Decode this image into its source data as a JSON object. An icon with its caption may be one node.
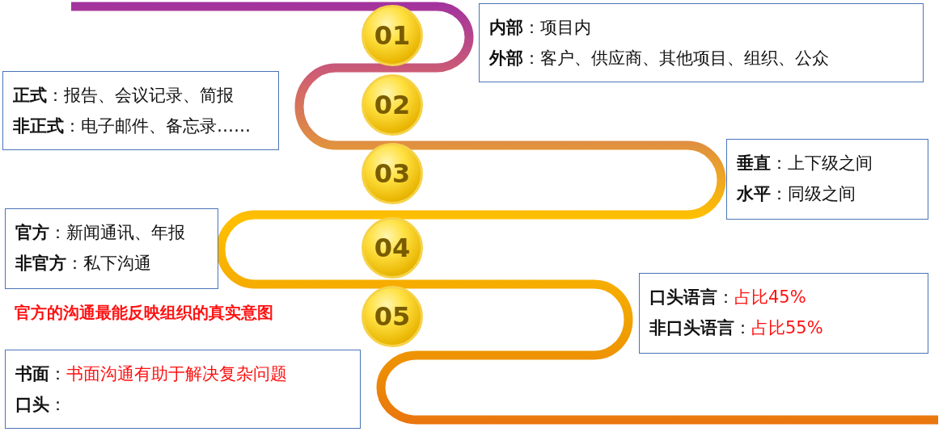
{
  "diagram": {
    "nodes": [
      {
        "text": [
          "01"
        ]
      },
      {
        "text": [
          "**内部**：项目内",
          "**外部**：客户、供应商、其他项目、组织、公众"
        ]
      },
      {
        "text": [
          "**正式**：报告、会议记录、简报",
          "**非正式**：电子邮件、备忘录……"
        ]
      },
      {
        "text": [
          "02"
        ]
      },
      {
        "text": [
          "03"
        ]
      },
      {
        "text": [
          "**垂直**：上下级之间",
          "**水平**：同级之间"
        ]
      },
      {
        "text": [
          "**官方**：新闻通讯、年报",
          "**非官方**：私下沟通"
        ]
      },
      {
        "text": [
          "04"
        ]
      },
      {
        "text": [
          "**口头语言**：占比45%",
          "**非口头语言**：占比55%"
        ]
      },
      {
        "text": [
          "05"
        ]
      },
      {
        "text": [
          "**书面**：书面沟通有助于解决复杂问题",
          "**口头**："
        ]
      }
    ],
    "labels": [
      "官方的沟通最能反映组织的真实意图"
    ]
  }
}
